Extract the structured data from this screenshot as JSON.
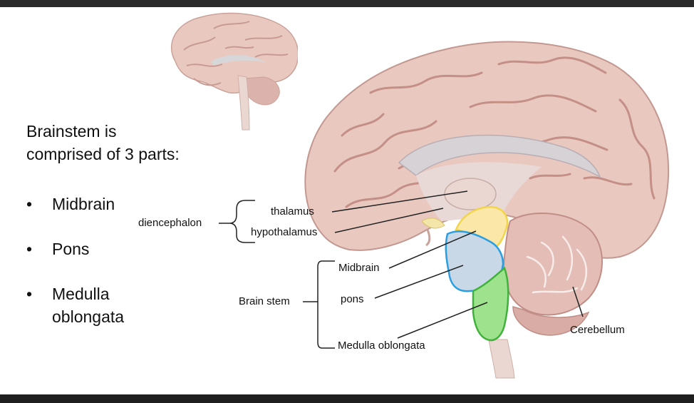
{
  "intro": {
    "line1": "Brainstem is",
    "line2": "comprised of 3 parts:"
  },
  "bullets": [
    {
      "label": "Midbrain"
    },
    {
      "label": "Pons"
    },
    {
      "label": "Medulla"
    }
  ],
  "bullet_cont": "oblongata",
  "bullet_glyph": "•",
  "labels": {
    "diencephalon": "diencephalon",
    "thalamus": "thalamus",
    "hypothalamus": "hypothalamus",
    "brain_stem": "Brain stem",
    "midbrain": "Midbrain",
    "pons": "pons",
    "medulla": "Medulla oblongata",
    "cerebellum": "Cerebellum"
  },
  "colors": {
    "brain": "#e9c8c0",
    "brain_shadow": "#c9a39a",
    "midbrain_region": "#fbe7a8",
    "midbrain_outline": "#f2d54b",
    "pons_region": "#c8d8e6",
    "pons_outline": "#2a9ee0",
    "medulla_region": "#9ee28d",
    "medulla_outline": "#3fb23a"
  }
}
